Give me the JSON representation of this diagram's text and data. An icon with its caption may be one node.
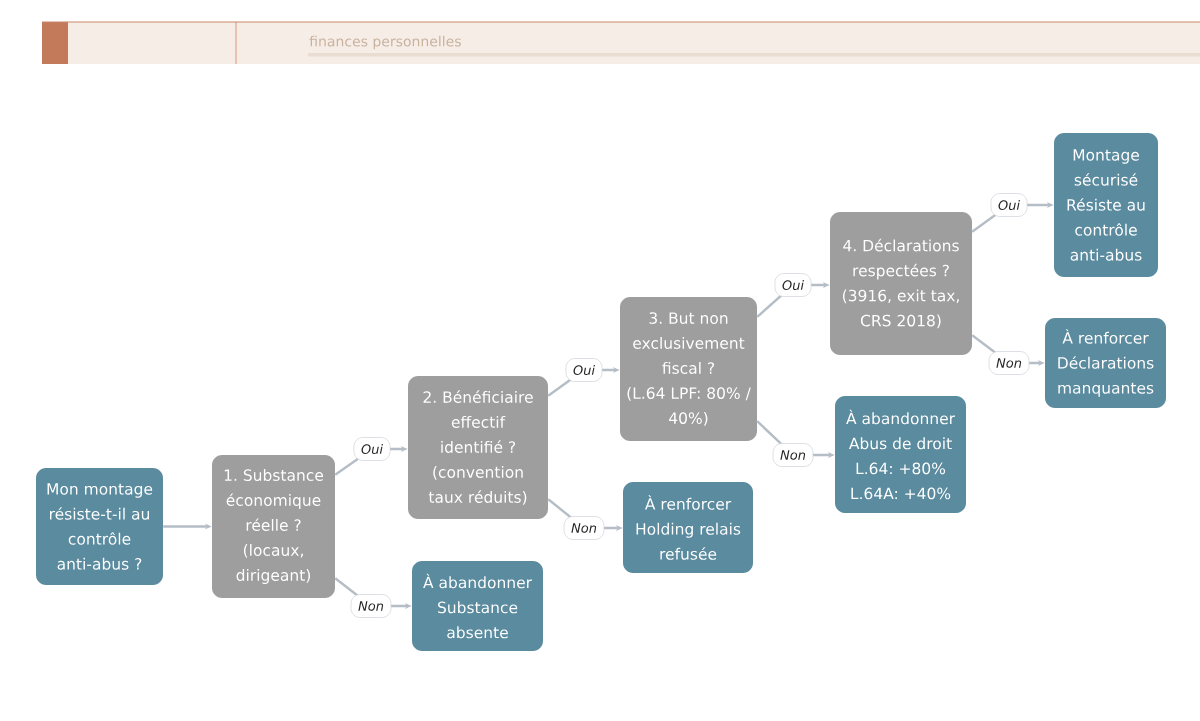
{
  "diagram": {
    "nodes": [
      {
        "text": [
          "Mon montage résiste-t-il au contrôle anti-abus ?"
        ]
      },
      {
        "text": [
          "1. Substance économique réelle ?",
          "(locaux, dirigeant)"
        ]
      },
      {
        "text": [
          "2. Bénéficiaire effectif identifié ?",
          "(convention taux réduits)"
        ]
      },
      {
        "text": [
          "À abandonner",
          "Substance absente"
        ]
      },
      {
        "text": [
          "3. But non exclusivement fiscal ?",
          "(L.64 LPF: 80% / 40%)"
        ]
      },
      {
        "text": [
          "À renforcer",
          "Holding relais refusée"
        ]
      },
      {
        "text": [
          "4. Déclarations respectées ?",
          "(3916, exit tax, CRS 2018)"
        ]
      },
      {
        "text": [
          "À abandonner",
          "Abus de droit",
          "L.64: +80%",
          "L.64A: +40%"
        ]
      },
      {
        "text": [
          "Montage sécurisé",
          "Résiste au contrôle anti-abus"
        ]
      },
      {
        "text": [
          "À renforcer",
          "Déclarations manquantes"
        ]
      }
    ],
    "edges": [
      {
        "from": 0,
        "to": 1,
        "arrow": "to"
      },
      {
        "from": 1,
        "to": 2,
        "arrow": "to",
        "label": "Oui"
      },
      {
        "from": 1,
        "to": 3,
        "arrow": "to",
        "label": "Non"
      },
      {
        "from": 2,
        "to": 4,
        "arrow": "to",
        "label": "Oui"
      },
      {
        "from": 2,
        "to": 5,
        "arrow": "to",
        "label": "Non"
      },
      {
        "from": 4,
        "to": 6,
        "arrow": "to",
        "label": "Oui"
      },
      {
        "from": 4,
        "to": 7,
        "arrow": "to",
        "label": "Non"
      },
      {
        "from": 6,
        "to": 8,
        "arrow": "to",
        "label": "Oui"
      },
      {
        "from": 6,
        "to": 9,
        "arrow": "to",
        "label": "Non"
      }
    ],
    "labels": [
      "finances personnelles"
    ]
  }
}
